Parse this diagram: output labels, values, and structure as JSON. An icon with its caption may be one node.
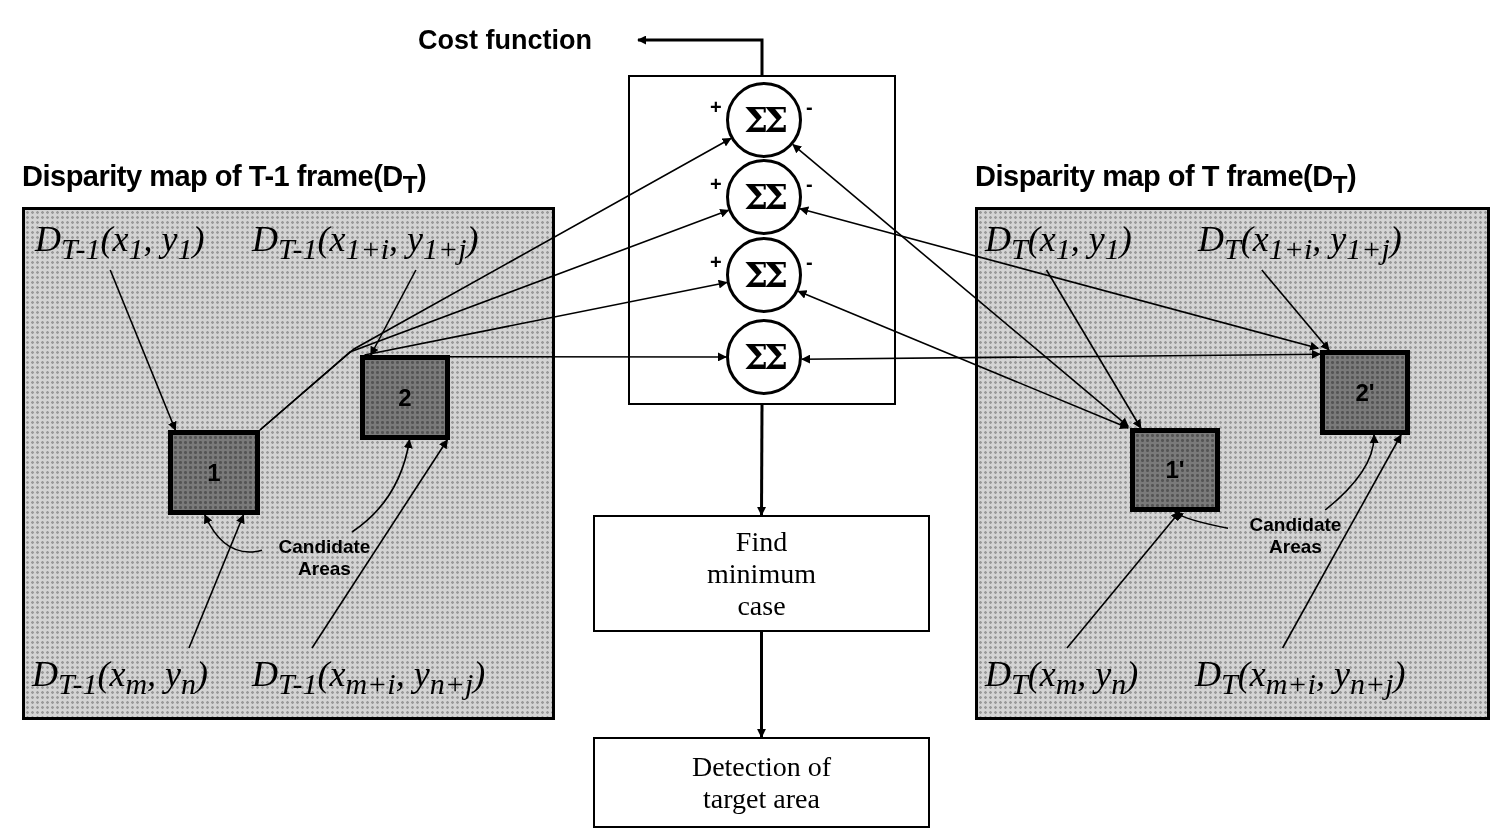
{
  "diagram": {
    "nodes": [
      {
        "text": [
          "Disparity map of T-1 frame(D$_{T}$)"
        ]
      },
      {
        "text": [
          "D$_{T-1}$(x$_{1}$, y$_{1}$)"
        ],
        "in": 0
      },
      {
        "text": [
          "D$_{T-1}$(x$_{1+i}$, y$_{1+j}$)"
        ],
        "in": 0
      },
      {
        "text": [
          "1"
        ],
        "in": 0
      },
      {
        "text": [
          "2"
        ],
        "in": 0
      },
      {
        "text": [
          "Candidate Areas"
        ],
        "in": 0
      },
      {
        "text": [
          "D$_{T-1}$(x$_{m}$, y$_{n}$)"
        ],
        "in": 0
      },
      {
        "text": [
          "D$_{T-1}$(x$_{m+i}$, y$_{n+j}$)"
        ],
        "in": 0
      },
      {
        "text": [],
        "shape": "box"
      },
      {
        "text": [
          "ΣΣ"
        ],
        "in": 8,
        "beside": [
          "+",
          "-"
        ]
      },
      {
        "text": [
          "ΣΣ"
        ],
        "in": 8,
        "beside": [
          "+",
          "-"
        ]
      },
      {
        "text": [
          "ΣΣ"
        ],
        "in": 8,
        "beside": [
          "+",
          "-"
        ]
      },
      {
        "text": [
          "ΣΣ"
        ],
        "in": 8
      },
      {
        "text": [
          "Cost function"
        ]
      },
      {
        "text": [
          "Find minimum case"
        ]
      },
      {
        "text": [
          "Detection of target area"
        ]
      },
      {
        "text": [
          "Disparity map of T frame(D$_{T}$)"
        ]
      },
      {
        "text": [
          "D$_{T}$(x$_{1}$, y$_{1}$)"
        ],
        "in": 16
      },
      {
        "text": [
          "D$_{T}$(x$_{1+i}$, y$_{1+j}$)"
        ],
        "in": 16
      },
      {
        "text": [
          "1'"
        ],
        "in": 16
      },
      {
        "text": [
          "2'"
        ],
        "in": 16
      },
      {
        "text": [
          "Candidate Areas"
        ],
        "in": 16
      },
      {
        "text": [
          "D$_{T}$(x$_{m}$, y$_{n}$)"
        ],
        "in": 16
      },
      {
        "text": [
          "D$_{T}$(x$_{m+i}$, y$_{n+j}$)"
        ],
        "in": 16
      }
    ],
    "edges": [
      {
        "from": 1,
        "to": 3,
        "arrow": "to"
      },
      {
        "from": 2,
        "to": 4,
        "arrow": "to"
      },
      {
        "from": 6,
        "to": 3,
        "arrow": "to"
      },
      {
        "from": 7,
        "to": 4,
        "arrow": "to"
      },
      {
        "from": 5,
        "to": 3,
        "arrow": "to"
      },
      {
        "from": 5,
        "to": 4,
        "arrow": "to"
      },
      {
        "from": 3,
        "to": 9,
        "arrow": "to"
      },
      {
        "from": 3,
        "to": 10,
        "arrow": "to"
      },
      {
        "from": 4,
        "to": 11,
        "arrow": "to"
      },
      {
        "from": 4,
        "to": 12,
        "arrow": "to"
      },
      {
        "from": 9,
        "to": 19,
        "arrow": "both"
      },
      {
        "from": 10,
        "to": 20,
        "arrow": "both"
      },
      {
        "from": 11,
        "to": 19,
        "arrow": "both"
      },
      {
        "from": 12,
        "to": 20,
        "arrow": "both"
      },
      {
        "from": 8,
        "to": 13,
        "arrow": "to"
      },
      {
        "from": 8,
        "to": 14,
        "arrow": "to"
      },
      {
        "from": 14,
        "to": 15,
        "arrow": "to"
      },
      {
        "from": 17,
        "to": 19,
        "arrow": "to"
      },
      {
        "from": 18,
        "to": 20,
        "arrow": "to"
      },
      {
        "from": 22,
        "to": 19,
        "arrow": "to"
      },
      {
        "from": 23,
        "to": 20,
        "arrow": "to"
      },
      {
        "from": 21,
        "to": 19,
        "arrow": "to"
      },
      {
        "from": 21,
        "to": 20,
        "arrow": "to"
      }
    ]
  }
}
